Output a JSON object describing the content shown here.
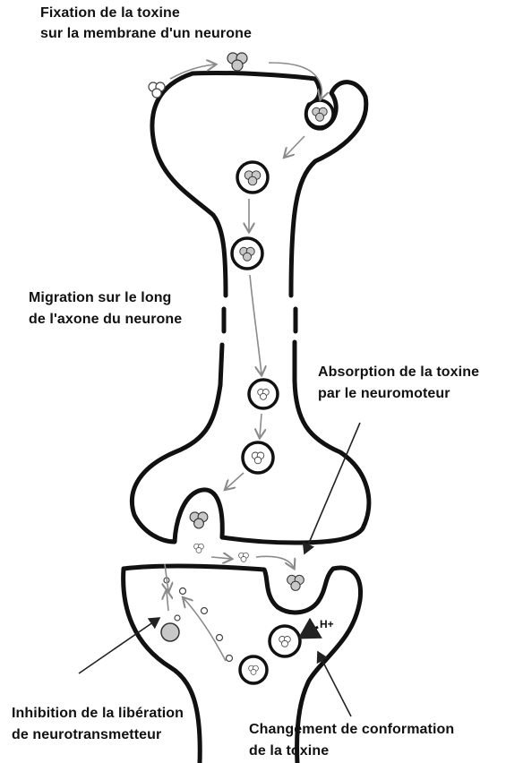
{
  "labels": {
    "fixation_line1": "Fixation de la toxine",
    "fixation_line2": "sur la membrane d'un neurone",
    "migration_line1": "Migration sur le long",
    "migration_line2": "de l'axone du neurone",
    "absorption_line1": "Absorption de la toxine",
    "absorption_line2": "par le neuromoteur",
    "inhibition_line1": "Inhibition de la libération",
    "inhibition_line2": "de neurotransmetteur",
    "changement_line1": "Changement de conformation",
    "changement_line2": "de la toxine",
    "proton": "H+"
  },
  "colors": {
    "membrane": "#111111",
    "toxin_fill": "#c8c8c8",
    "flow_arrow": "#8a8a8a",
    "label_text": "#111111"
  }
}
